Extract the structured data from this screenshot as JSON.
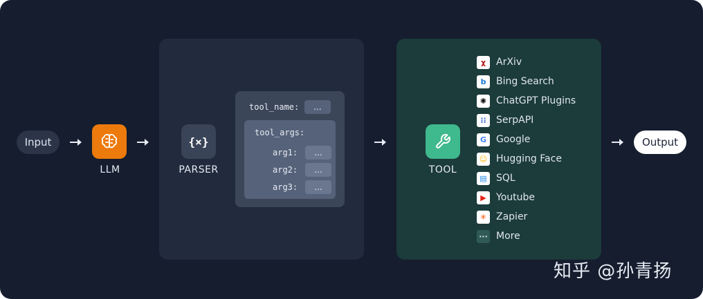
{
  "flow": {
    "input_label": "Input",
    "output_label": "Output",
    "llm_label": "LLM",
    "parser_label": "PARSER",
    "tool_label": "TOOL",
    "parser_icon_text": "{×}"
  },
  "parser_card": {
    "tool_name_key": "tool_name:",
    "tool_args_key": "tool_args:",
    "placeholder": "...",
    "args": [
      "arg1:",
      "arg2:",
      "arg3:"
    ]
  },
  "tools": [
    {
      "name": "ArXiv",
      "icon": "arxiv-icon",
      "glyph": "χ",
      "color": "#b31b1b"
    },
    {
      "name": "Bing Search",
      "icon": "bing-icon",
      "glyph": "b",
      "color": "#0f78d4"
    },
    {
      "name": "ChatGPT Plugins",
      "icon": "openai-icon",
      "glyph": "✺",
      "color": "#111111"
    },
    {
      "name": "SerpAPI",
      "icon": "serpapi-icon",
      "glyph": "⁝⁝",
      "color": "#3f6fd8"
    },
    {
      "name": "Google",
      "icon": "google-icon",
      "glyph": "G",
      "color": "#4285f4"
    },
    {
      "name": "Hugging Face",
      "icon": "huggingface-icon",
      "glyph": "☺",
      "color": "#f5b400"
    },
    {
      "name": "SQL",
      "icon": "sql-icon",
      "glyph": "▤",
      "color": "#1e88e5"
    },
    {
      "name": "Youtube",
      "icon": "youtube-icon",
      "glyph": "▶",
      "color": "#e62117"
    },
    {
      "name": "Zapier",
      "icon": "zapier-icon",
      "glyph": "✳",
      "color": "#ff4a00"
    },
    {
      "name": "More",
      "icon": "more-icon",
      "glyph": "···",
      "color": "#dfe6ee"
    }
  ],
  "watermark": "知乎 @孙青扬",
  "colors": {
    "background": "#151d2e",
    "llm_accent": "#ec7a0c",
    "tool_accent": "#3fb98e",
    "tool_panel": "#1c3b3b",
    "parser_panel": "#222b3d"
  }
}
